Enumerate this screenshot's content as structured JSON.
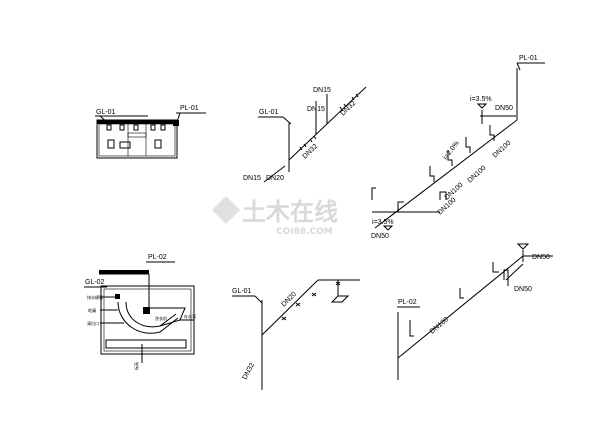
{
  "watermark": {
    "cn": "土木在线",
    "en": "COI88.COM"
  },
  "plan_top": {
    "gl": "GL-01",
    "pl": "PL-01"
  },
  "plan_bottom": {
    "pl": "PL-02",
    "gl": "GL-02",
    "callouts": [
      "排水横管",
      "地漏",
      "清扫口",
      "存水弯",
      "洗衣机",
      "标高"
    ]
  },
  "iso_supply_top": {
    "gl": "GL-01",
    "labels": [
      "DN15",
      "DN15",
      "DN32",
      "DN32",
      "DN15",
      "DN20"
    ]
  },
  "iso_drain_top": {
    "pl": "PL-01",
    "labels": [
      "i=3.5%",
      "DN50",
      "DN100",
      "i=2.0%",
      "DN100",
      "DN100",
      "DN100",
      "i=3.5%",
      "DN50"
    ]
  },
  "iso_supply_bottom": {
    "gl": "GL-01",
    "labels": [
      "DN20",
      "DN32"
    ]
  },
  "iso_drain_bottom": {
    "pl": "PL-02",
    "labels": [
      "DN50",
      "DN50",
      "DN100"
    ]
  }
}
